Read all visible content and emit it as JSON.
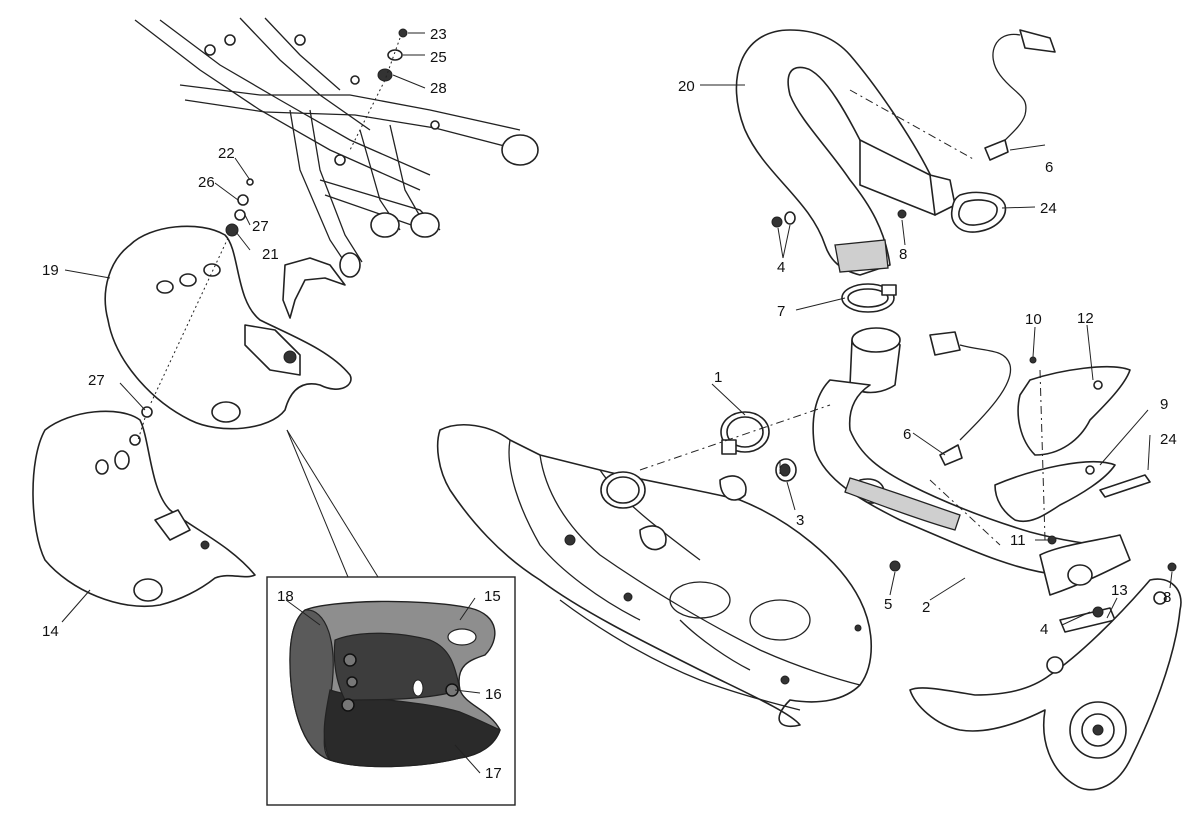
{
  "diagram": {
    "callouts": [
      "1",
      "2",
      "3",
      "4",
      "4",
      "5",
      "6",
      "6",
      "7",
      "8",
      "8",
      "9",
      "10",
      "11",
      "12",
      "13",
      "14",
      "15",
      "16",
      "17",
      "18",
      "19",
      "20",
      "21",
      "22",
      "23",
      "24",
      "24",
      "25",
      "26",
      "27",
      "27",
      "28"
    ],
    "inset_callouts": [
      "15",
      "16",
      "17",
      "18"
    ]
  },
  "colors": {
    "line": "#222222",
    "background": "#ffffff",
    "inset_dark": "#2a2a2a",
    "inset_mid": "#5a5a5a",
    "inset_light": "#9a9a9a"
  }
}
